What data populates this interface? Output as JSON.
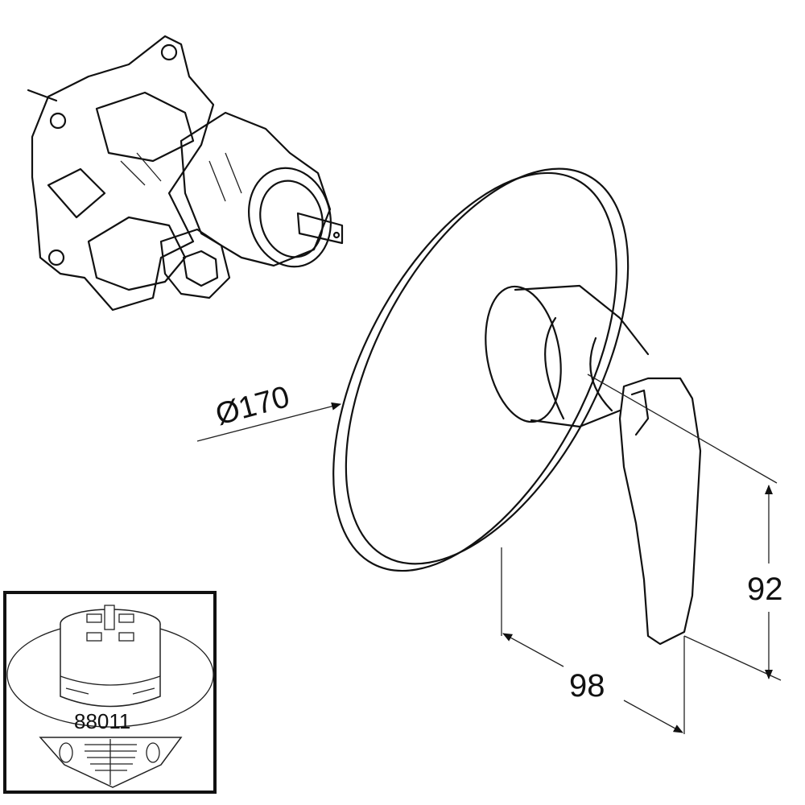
{
  "drawing": {
    "dimensions": {
      "diameter": "Ø170",
      "height": "92",
      "depth": "98"
    },
    "inset": {
      "part_number": "88011"
    },
    "line_color": "#111111"
  }
}
